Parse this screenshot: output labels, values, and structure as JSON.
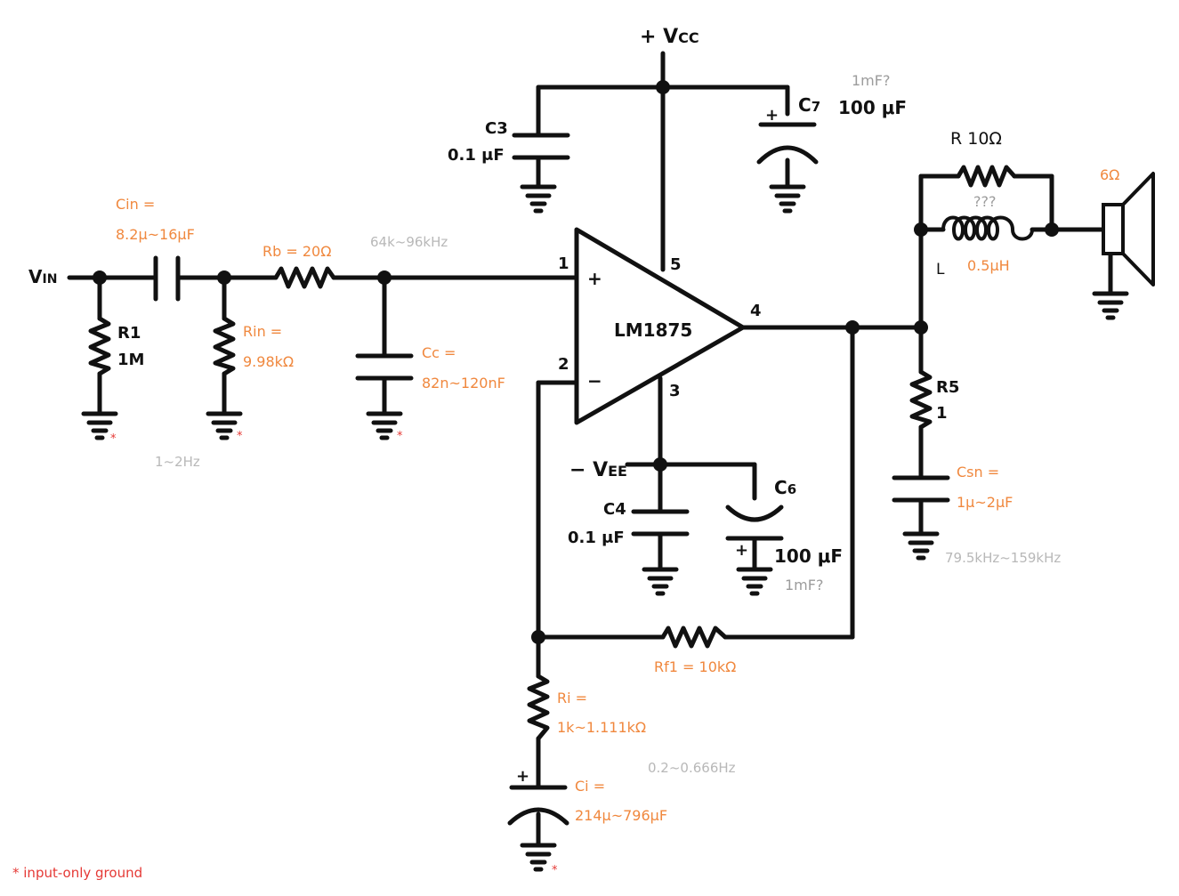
{
  "vcc_label": "+ V",
  "vcc_sub": "CC",
  "vee_label": "− V",
  "vee_sub": "EE",
  "vin_label": "V",
  "vin_sub": "IN",
  "opamp": {
    "name": "LM1875",
    "pin1": "1",
    "pin2": "2",
    "pin3": "3",
    "pin4": "4",
    "pin5": "5",
    "plus": "+",
    "minus": "−"
  },
  "c3": {
    "name": "C3",
    "value": "0.1 μF"
  },
  "c7": {
    "name": "C",
    "sub": "7",
    "value": "100 μF",
    "note": "1mF?",
    "plus": "+"
  },
  "c4": {
    "name": "C4",
    "value": "0.1 μF"
  },
  "c6": {
    "name": "C",
    "sub": "6",
    "value": "100 μF",
    "note": "1mF?",
    "plus": "+"
  },
  "r1": {
    "name": "R1",
    "value": "1M"
  },
  "r5": {
    "name": "R5",
    "value": "1"
  },
  "r10": {
    "label": "R  10Ω"
  },
  "inductor": {
    "name": "L",
    "value": "0.5μH",
    "note": "???"
  },
  "speaker": {
    "value": "6Ω"
  },
  "cin": {
    "label": "Cin =",
    "value": "8.2μ~16μF"
  },
  "rb": {
    "label": "Rb = 20Ω"
  },
  "rb_note": "64k~96kHz",
  "rin": {
    "label": "Rin =",
    "value": "9.98kΩ"
  },
  "cc": {
    "label": "Cc =",
    "value": "82n~120nF"
  },
  "highpass_note": "1~2Hz",
  "csn": {
    "label": "Csn =",
    "value": "1μ~2μF",
    "note": "79.5kHz~159kHz"
  },
  "rf1": {
    "label": "Rf1 = 10kΩ"
  },
  "ri": {
    "label": "Ri =",
    "value": "1k~1.111kΩ"
  },
  "ci": {
    "label": "Ci =",
    "value": "214μ~796μF",
    "plus": "+"
  },
  "ci_note": "0.2~0.666Hz",
  "ground_marker": "*",
  "footnote": "* input-only ground"
}
